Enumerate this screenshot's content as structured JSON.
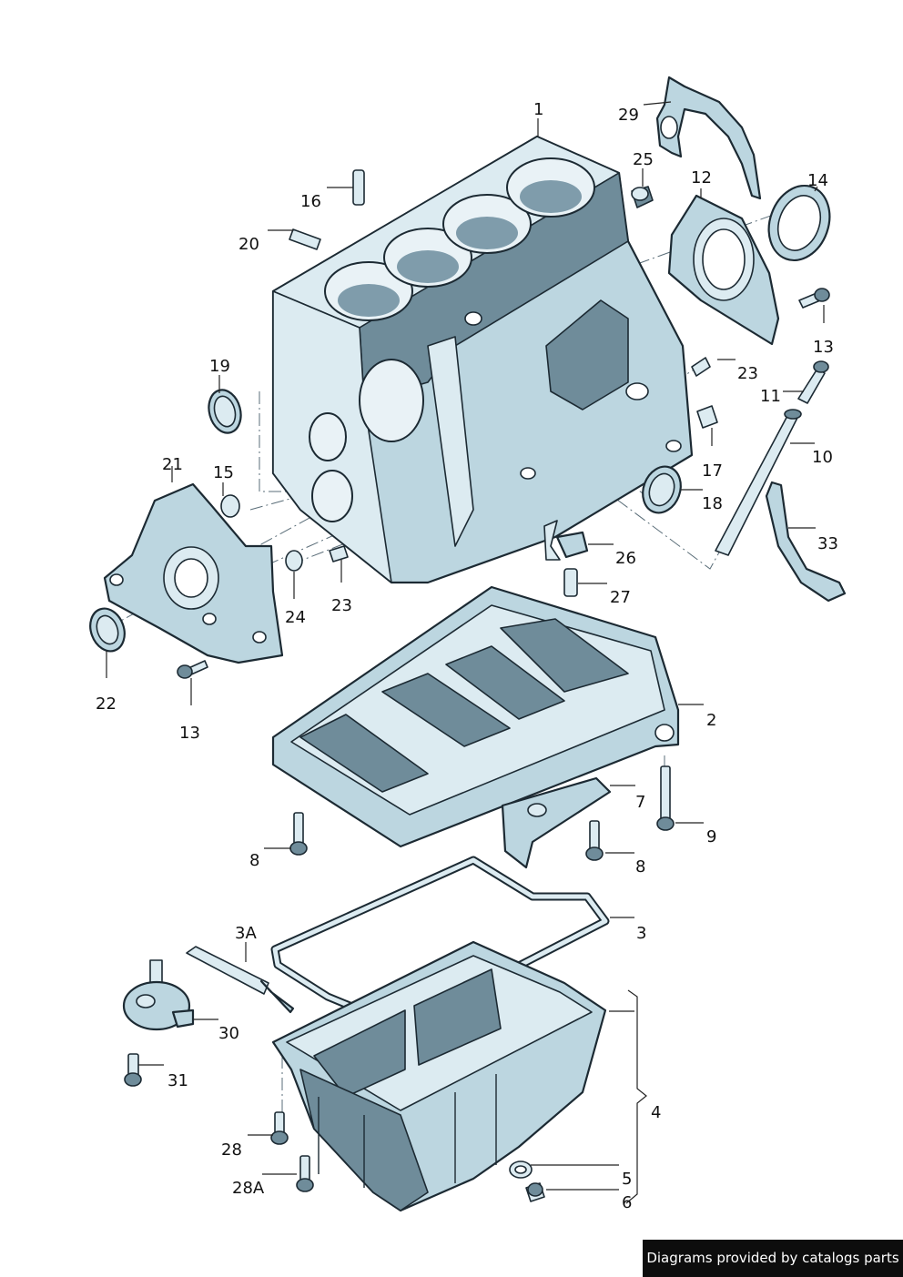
{
  "callouts": {
    "c1": "1",
    "c29": "29",
    "c25": "25",
    "c12": "12",
    "c14": "14",
    "c16": "16",
    "c20": "20",
    "c13a": "13",
    "c23a": "23",
    "c11": "11",
    "c19": "19",
    "c10": "10",
    "c17": "17",
    "c21": "21",
    "c15": "15",
    "c18": "18",
    "c33": "33",
    "c26": "26",
    "c27": "27",
    "c24": "24",
    "c23b": "23",
    "c22": "22",
    "c13b": "13",
    "c2": "2",
    "c7": "7",
    "c9": "9",
    "c8a": "8",
    "c8b": "8",
    "c3": "3",
    "c3a": "3A",
    "c30": "30",
    "c31": "31",
    "c4": "4",
    "c28": "28",
    "c28a": "28A",
    "c5": "5",
    "c6": "6"
  },
  "footer": {
    "text": "Diagrams provided by catalogs parts"
  },
  "colors": {
    "part_fill": "#bcd6e0",
    "part_light": "#dcebf1",
    "part_dark": "#6f8c9a",
    "outline": "#1c2a33",
    "banner": "#0d0d0d"
  }
}
